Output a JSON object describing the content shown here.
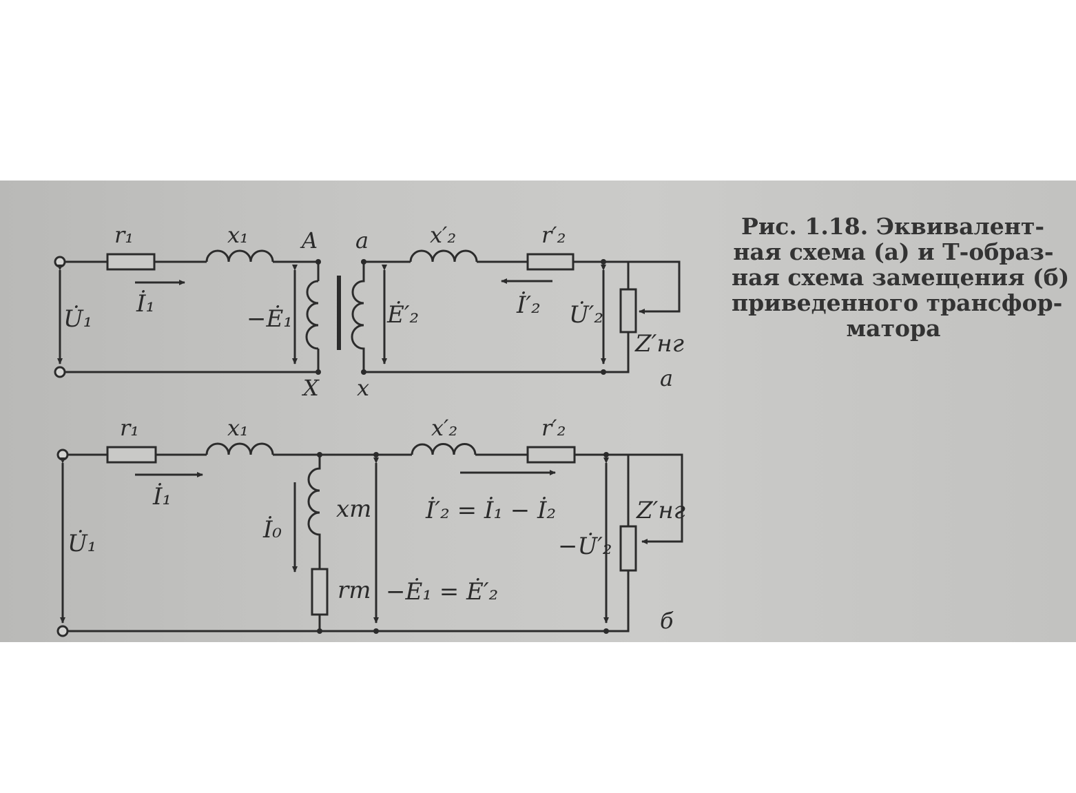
{
  "caption": {
    "lines": [
      "Рис. 1.18. Эквивалент-",
      "ная схема (а) и Т-образ-",
      "ная схема замещения (б)",
      "приведенного трансфор-",
      "матора"
    ]
  },
  "circuit_a": {
    "panel_label": "а",
    "r1": "r₁",
    "x1": "x₁",
    "x2": "x′₂",
    "r2": "r′₂",
    "term_A": "A",
    "term_X": "X",
    "term_a": "a",
    "term_x": "x",
    "U1": "U̇₁",
    "I1": "İ₁",
    "E1": "−Ė₁",
    "E2": "Ė′₂",
    "I2": "İ′₂",
    "U2": "U̇′₂",
    "Z": "Z′нг"
  },
  "circuit_b": {
    "panel_label": "б",
    "r1": "r₁",
    "x1": "x₁",
    "x2": "x′₂",
    "r2": "r′₂",
    "U1": "U̇₁",
    "I1": "İ₁",
    "I0": "İ₀",
    "xm": "xm",
    "rm": "rm",
    "I2_eq": "İ′₂ = İ₁ − İ₂",
    "E_eq": "−Ė₁ = Ė′₂",
    "U2": "−U̇′₂",
    "Z": "Z′нг"
  }
}
